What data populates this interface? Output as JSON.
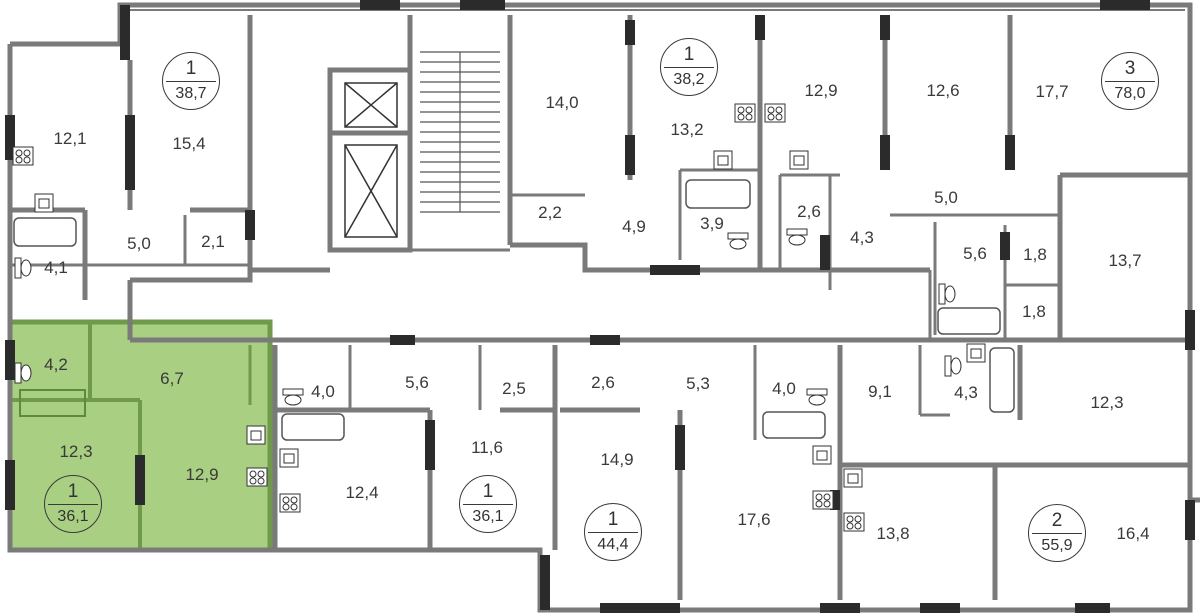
{
  "colors": {
    "wall": "#7a7a7a",
    "wall_dark": "#2b2b2b",
    "highlight_fill": "#a9cf83",
    "highlight_wall": "#5e8a3c",
    "background": "#ffffff"
  },
  "apartments": [
    {
      "id": "a1",
      "rooms": "1",
      "area": "38,7"
    },
    {
      "id": "a2",
      "rooms": "1",
      "area": "38,2"
    },
    {
      "id": "a3",
      "rooms": "3",
      "area": "78,0"
    },
    {
      "id": "a4",
      "rooms": "1",
      "area": "36,1",
      "selected": true
    },
    {
      "id": "a5",
      "rooms": "1",
      "area": "36,1"
    },
    {
      "id": "a6",
      "rooms": "1",
      "area": "44,4"
    },
    {
      "id": "a7",
      "rooms": "2",
      "area": "55,9"
    }
  ],
  "rooms": [
    "12,1",
    "15,4",
    "14,0",
    "13,2",
    "12,9",
    "12,6",
    "17,7",
    "5,0",
    "2,1",
    "4,1",
    "2,2",
    "4,9",
    "3,9",
    "2,6",
    "4,3",
    "5,0",
    "5,6",
    "1,8",
    "13,7",
    "1,8",
    "4,2",
    "6,7",
    "4,0",
    "5,6",
    "2,5",
    "2,6",
    "5,3",
    "4,0",
    "9,1",
    "4,3",
    "12,3",
    "12,3",
    "12,9",
    "11,6",
    "12,4",
    "14,9",
    "17,6",
    "13,8",
    "16,4"
  ]
}
